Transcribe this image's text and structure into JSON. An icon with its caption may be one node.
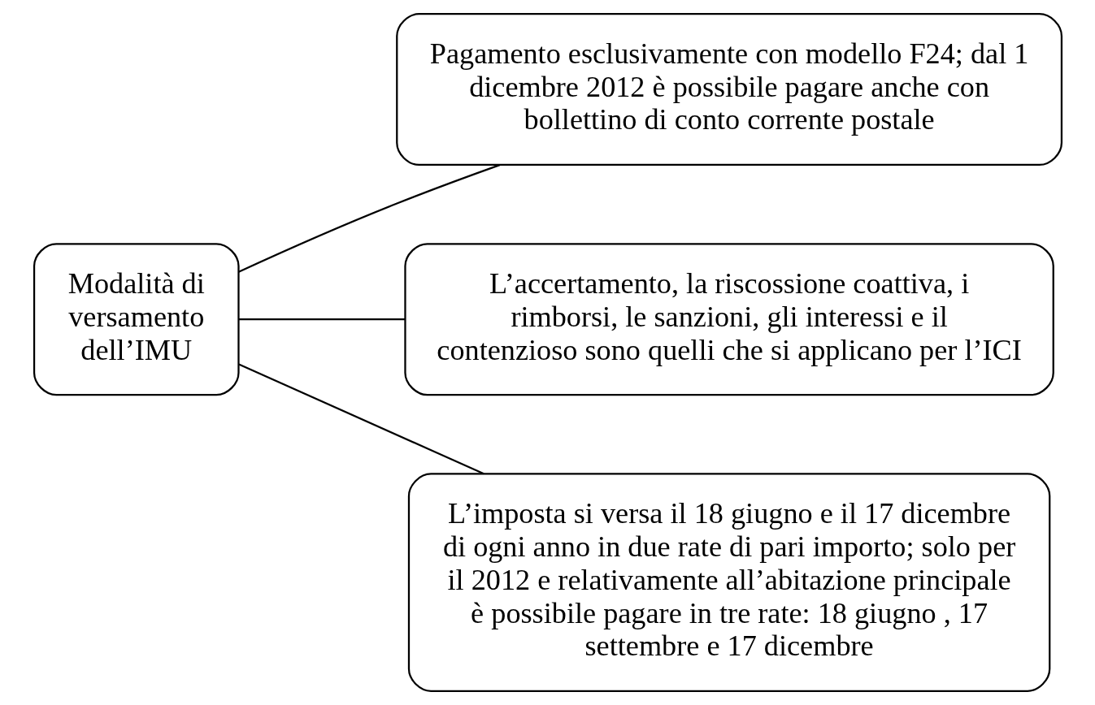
{
  "diagram": {
    "nodes": [
      {
        "text": [
          "Modalità di versamento dell’IMU"
        ]
      },
      {
        "text": [
          "Pagamento esclusivamente con modello F24; dal 1 dicembre 2012 è possibile pagare anche con bollettino di conto corrente postale"
        ]
      },
      {
        "text": [
          "L’accertamento, la riscossione coattiva, i rimborsi, le sanzioni, gli interessi e il contenzioso sono quelli che si applicano per l’ICI"
        ]
      },
      {
        "text": [
          "L’imposta si versa il 18 giugno e il 17 dicembre di ogni anno in due rate di pari importo; solo per il 2012 e relativamente all’abitazione principale è possibile pagare in tre rate: 18 giugno , 17 settembre e 17 dicembre"
        ]
      }
    ],
    "edges": [
      {
        "from": 0,
        "to": 1,
        "arrow": "none"
      },
      {
        "from": 0,
        "to": 2,
        "arrow": "none"
      },
      {
        "from": 0,
        "to": 3,
        "arrow": "none"
      }
    ]
  }
}
